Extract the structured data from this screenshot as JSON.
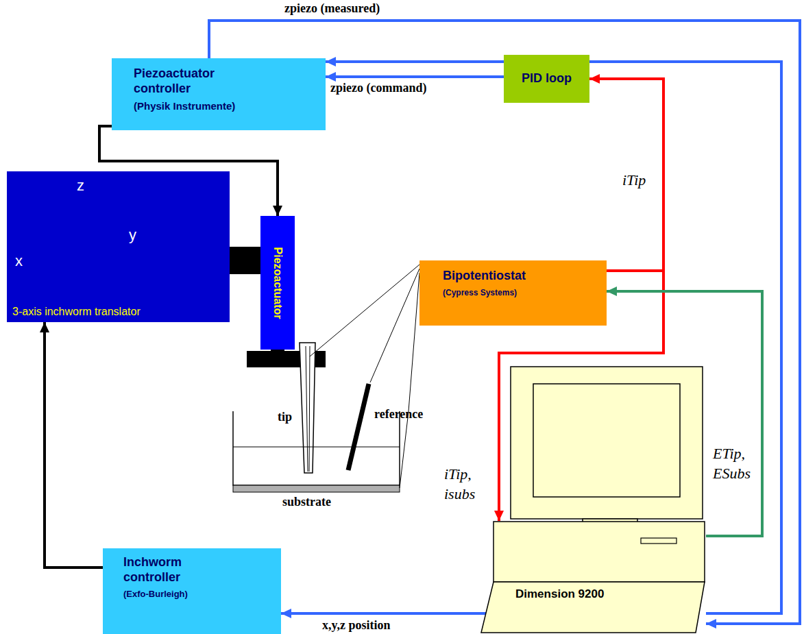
{
  "diagram": {
    "nodes": [
      {
        "text": [
          "Piezoactuator controller",
          "(Physik Instrumente)"
        ]
      },
      {
        "text": [
          "PID loop"
        ]
      },
      {
        "text": [
          "3-axis inchworm translator"
        ]
      },
      {
        "text": [
          "Piezoactuator"
        ]
      },
      {
        "text": [
          "Bipotentiostat",
          "(Cypress Systems)"
        ]
      },
      {
        "text": [
          "Dimension 9200"
        ]
      },
      {
        "text": [
          "Inchworm controller",
          "(Exfo-Burleigh)"
        ]
      }
    ],
    "edges": [
      {
        "from": 0,
        "to": 5,
        "arrow": "to",
        "label": "zpiezo (measured)"
      },
      {
        "from": 5,
        "to": 0,
        "arrow": "to"
      },
      {
        "from": 1,
        "to": 0,
        "arrow": "to",
        "label": "zpiezo (command)"
      },
      {
        "from": 0,
        "to": 3,
        "arrow": "to"
      },
      {
        "from": 4,
        "to": 1,
        "arrow": "to",
        "label": "iTip"
      },
      {
        "from": 4,
        "to": 5,
        "arrow": "to",
        "label": "iTip, isubs"
      },
      {
        "from": 5,
        "to": 4,
        "arrow": "to",
        "label": "ETip, ESubs"
      },
      {
        "from": 5,
        "to": 6,
        "arrow": "to",
        "label": "x,y,z position"
      },
      {
        "from": 6,
        "to": 2,
        "arrow": "to"
      }
    ],
    "labels": [
      "z",
      "x",
      "y",
      "tip",
      "reference",
      "substrate"
    ]
  }
}
